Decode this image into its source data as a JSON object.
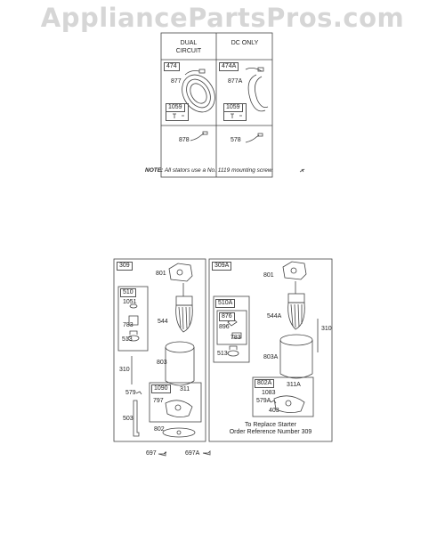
{
  "watermark": "AppliancePartsPros.com",
  "stator_table": {
    "col1_header": "DUAL\nCIRCUIT",
    "col2_header": "DC ONLY",
    "labels": {
      "kit_dual": "474",
      "part_dual": "877",
      "sub_dual": "1059",
      "lead_dual": "878",
      "kit_dc": "474A",
      "part_dc": "877A",
      "sub_dc": "1059",
      "lead_dc": "578"
    }
  },
  "note": {
    "prefix": "NOTE:",
    "text": "All stators use a No. 1119 mounting screw."
  },
  "starter_309": {
    "title": "309",
    "labels": {
      "p801": "801",
      "sub510": "510",
      "p1051": "1051",
      "p783": "783",
      "p513": "513",
      "p544": "544",
      "p310": "310",
      "p803": "803",
      "p579": "579",
      "sub1090": "1090",
      "p311": "311",
      "p797": "797",
      "p503": "503",
      "p802": "802"
    }
  },
  "starter_309A": {
    "title": "309A",
    "labels": {
      "p801": "801",
      "sub510A": "510A",
      "sub876": "876",
      "p896": "896",
      "p783": "783",
      "p513": "513",
      "p544A": "544A",
      "p310": "310",
      "p803A": "803A",
      "sub802A": "802A",
      "p311A": "311A",
      "p1083": "1083",
      "p579A": "579A",
      "p403": "403"
    },
    "replace_note_line1": "To Replace Starter",
    "replace_note_line2": "Order Reference Number 309"
  },
  "bottom_parts": {
    "p697": "697",
    "p697A": "697A"
  }
}
